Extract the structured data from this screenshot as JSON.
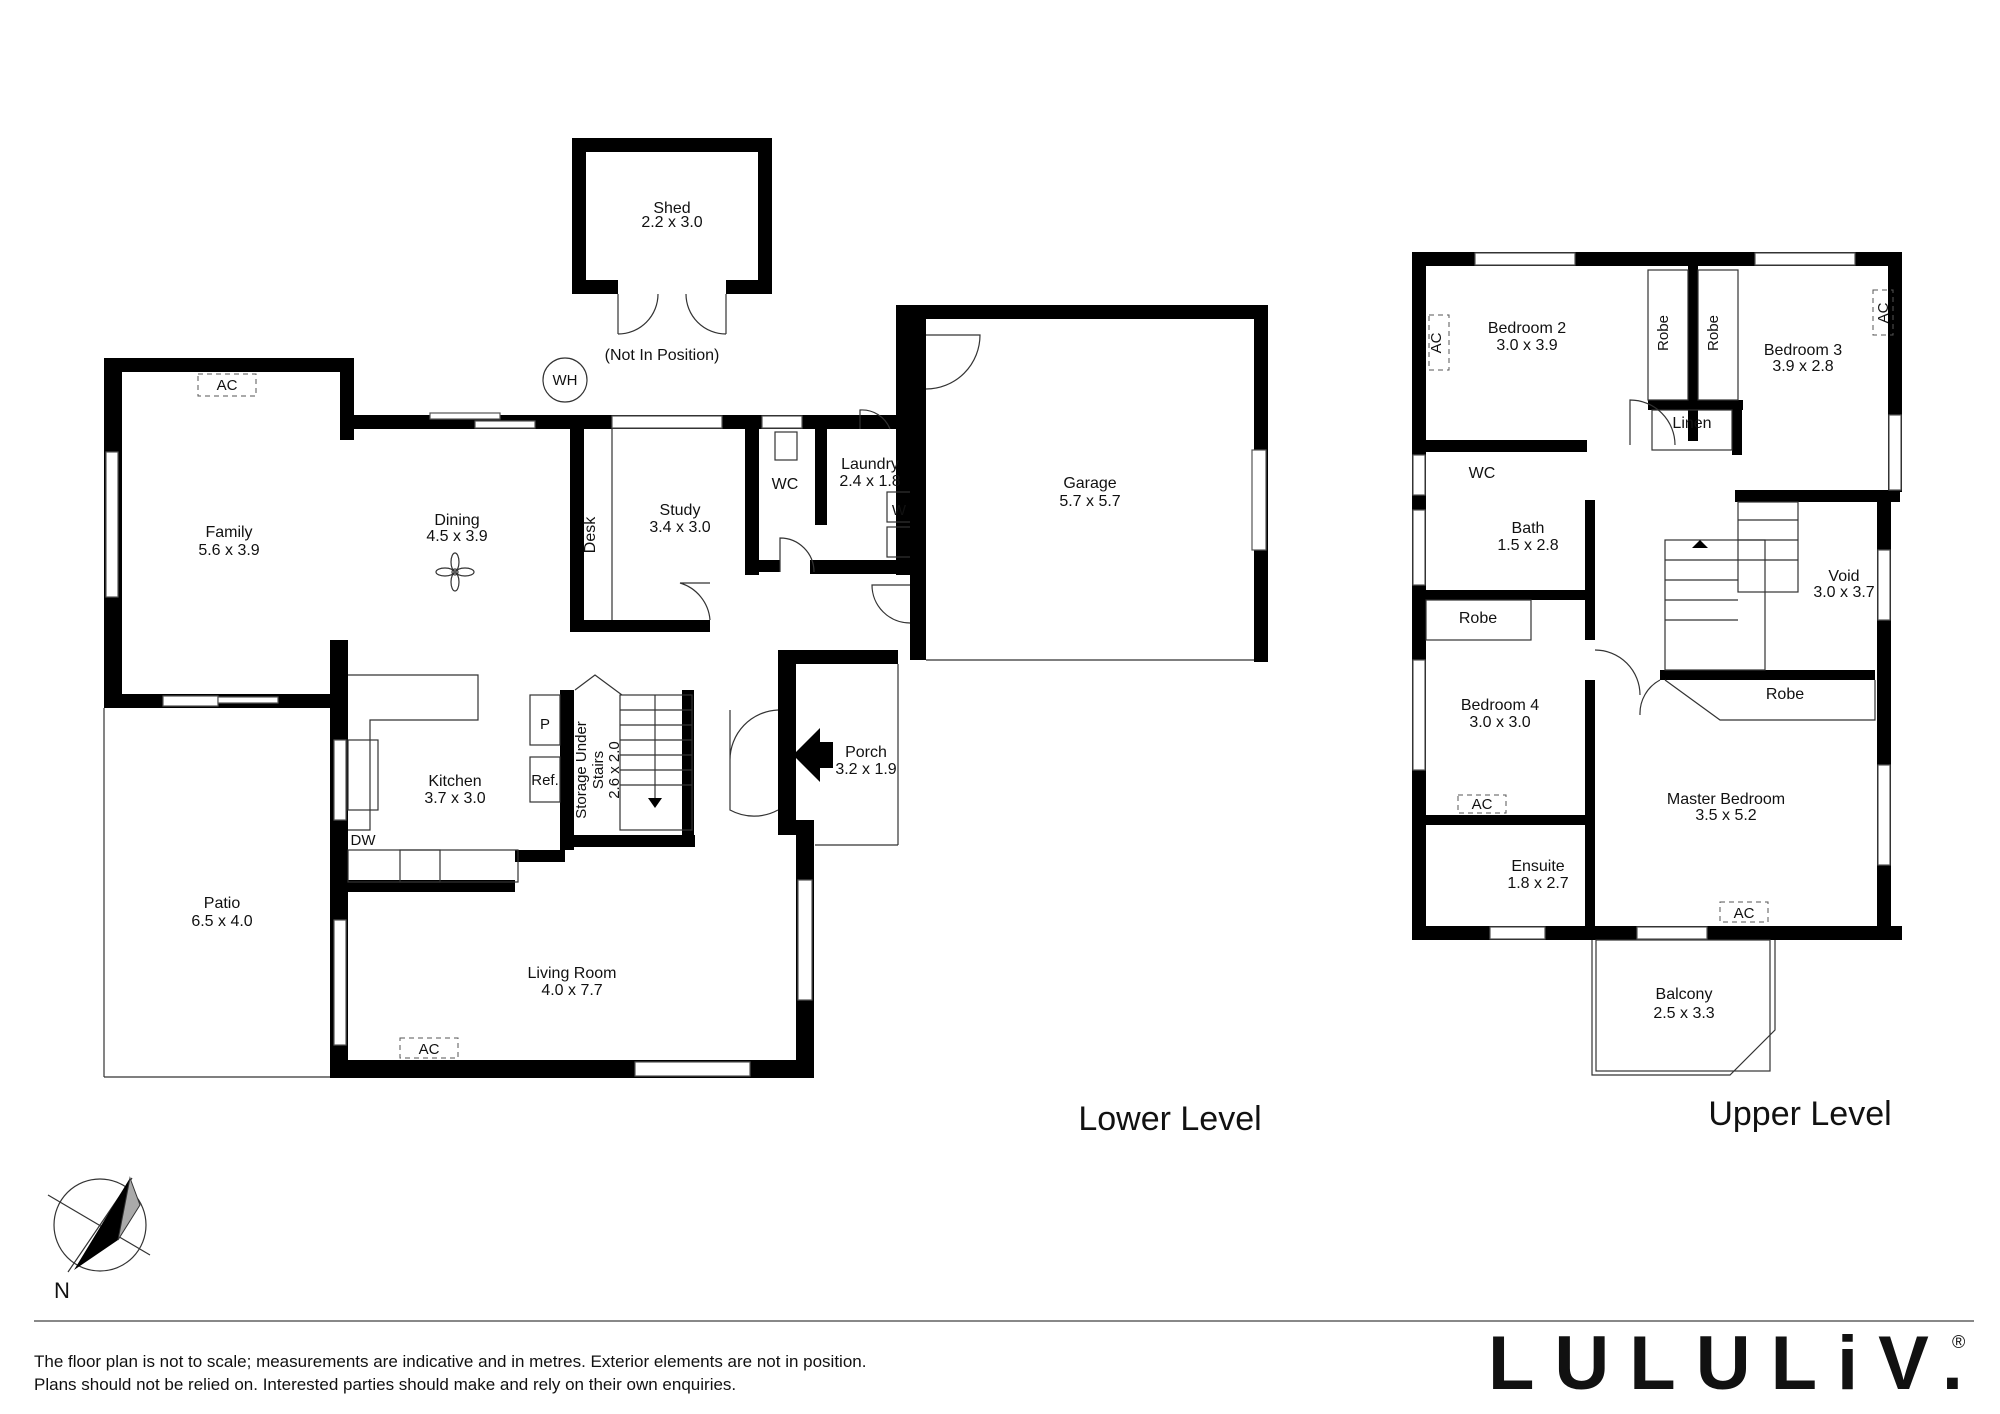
{
  "rooms_lower": [
    {
      "name": "Shed",
      "dims": "2.2 x 3.0"
    },
    {
      "name": "Family",
      "dims": "5.6 x 3.9"
    },
    {
      "name": "Dining",
      "dims": "4.5 x 3.9"
    },
    {
      "name": "Study",
      "dims": "3.4 x 3.0"
    },
    {
      "name": "Laundry",
      "dims": "2.4 x 1.8"
    },
    {
      "name": "Garage",
      "dims": "5.7 x 5.7"
    },
    {
      "name": "Kitchen",
      "dims": "3.7 x 3.0"
    },
    {
      "name": "Porch",
      "dims": "3.2 x 1.9"
    },
    {
      "name": "Patio",
      "dims": "6.5 x 4.0"
    },
    {
      "name": "Living Room",
      "dims": "4.0 x 7.7"
    }
  ],
  "storage": {
    "line1": "Storage Under",
    "line2": "Stairs",
    "dims": "2.6 x 2.0"
  },
  "labels_lower": {
    "not_in_position": "(Not In Position)",
    "wh": "WH",
    "ac": "AC",
    "wc": "WC",
    "desk": "Desk",
    "w": "W",
    "p": "P",
    "ref": "Ref.",
    "dw": "DW"
  },
  "rooms_upper": [
    {
      "name": "Bedroom 2",
      "dims": "3.0 x 3.9"
    },
    {
      "name": "Bedroom 3",
      "dims": "3.9 x 2.8"
    },
    {
      "name": "Bath",
      "dims": "1.5 x 2.8"
    },
    {
      "name": "Void",
      "dims": "3.0 x 3.7"
    },
    {
      "name": "Bedroom 4",
      "dims": "3.0 x 3.0"
    },
    {
      "name": "Master Bedroom",
      "dims": "3.5 x 5.2"
    },
    {
      "name": "Ensuite",
      "dims": "1.8 x 2.7"
    },
    {
      "name": "Balcony",
      "dims": "2.5 x 3.3"
    }
  ],
  "labels_upper": {
    "robe": "Robe",
    "linen": "Linen",
    "wc": "WC",
    "ac": "AC"
  },
  "levels": {
    "lower": "Lower Level",
    "upper": "Upper Level"
  },
  "compass": {
    "north": "N"
  },
  "disclaimer": {
    "line1": "The floor plan is not to scale; measurements are indicative and in metres. Exterior elements are not in position.",
    "line2": "Plans should not be relied on. Interested parties should make and rely on their own enquiries."
  },
  "brand": {
    "name": "LULULiV.",
    "mark": "®"
  }
}
